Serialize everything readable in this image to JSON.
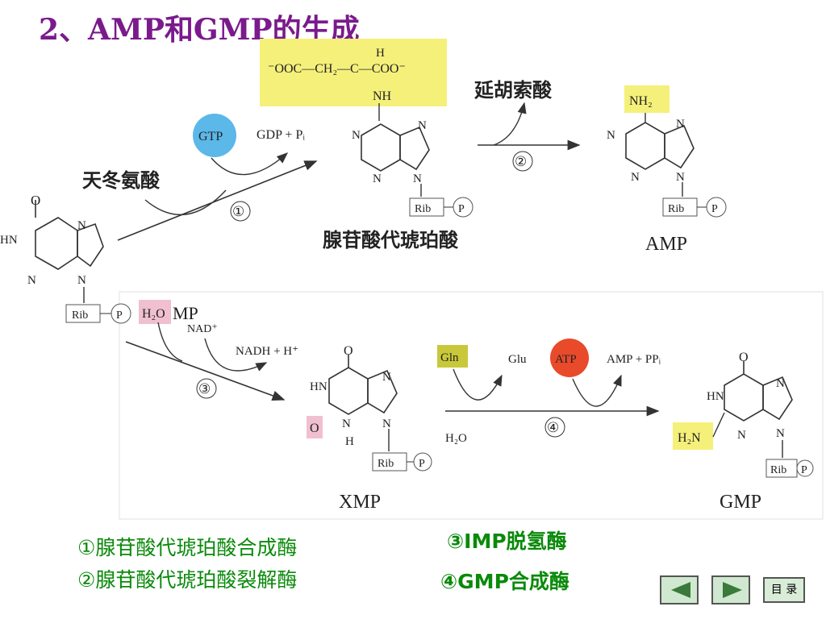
{
  "title": "2、AMP和GMP的生成",
  "diagram": {
    "compounds": {
      "imp_unlabeled": "",
      "adenylosuccinate": "腺苷酸代琥珀酸",
      "amp": "AMP",
      "xmp": "XMP",
      "gmp": "GMP"
    },
    "reagents": {
      "aspartate": "天冬氨酸",
      "gtp": "GTP",
      "gdp_pi": "GDP + Pᵢ",
      "fumarate": "延胡索酸",
      "h2o_top": "H₂O",
      "nad": "NAD⁺",
      "nadh": "NADH + H⁺",
      "gln": "Gln",
      "glu": "Glu",
      "atp": "ATP",
      "amp_ppi": "AMP + PPᵢ",
      "h2o_bottom": "H₂O",
      "imp_partial": "MP"
    },
    "steps": [
      "①",
      "②",
      "③",
      "④"
    ],
    "succinyl_group": {
      "line1": "H",
      "line2": "⁻OOC—CH₂—C—COO⁻",
      "line3": "NH"
    },
    "amino_group": "NH₂",
    "amino_group_gmp": "H₂N",
    "atoms": {
      "N": "N",
      "O": "O",
      "HN": "HN",
      "H": "H",
      "Rib": "Rib",
      "P": "P"
    }
  },
  "legend": {
    "enzyme1": "①腺苷酸代琥珀酸合成酶",
    "enzyme2": "②腺苷酸代琥珀酸裂解酶",
    "enzyme3": "③IMP脱氢酶",
    "enzyme4": "④GMP合成酶"
  },
  "navigation": {
    "prev_icon": "triangle-left-icon",
    "next_icon": "triangle-right-icon",
    "menu_label": "目 录"
  },
  "colors": {
    "title": "#7a1a8c",
    "legend": "#0a8a0a",
    "gtp": "#5bb8e8",
    "atp": "#e84a2a",
    "gln_highlight": "#c8c83a",
    "yellow_highlight": "#f5f07a",
    "pink_highlight": "#f0c0d0"
  }
}
